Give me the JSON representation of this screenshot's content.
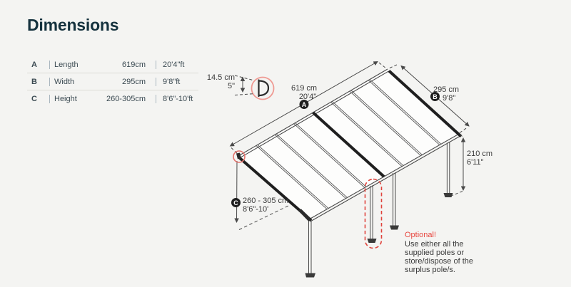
{
  "page": {
    "title": "Dimensions"
  },
  "table": {
    "rows": [
      {
        "letter": "A",
        "label": "Length",
        "metric": "619cm",
        "imperial": "20'4\"ft"
      },
      {
        "letter": "B",
        "label": "Width",
        "metric": "295cm",
        "imperial": "9'8\"ft"
      },
      {
        "letter": "C",
        "label": "Height",
        "metric": "260-305cm",
        "imperial": "8'6\"-10'ft"
      }
    ]
  },
  "diagram": {
    "profile": {
      "metric": "14.5 cm",
      "imperial": "5\""
    },
    "length": {
      "badge": "A",
      "metric": "619 cm",
      "imperial": "20'4\""
    },
    "width": {
      "badge": "B",
      "metric": "295 cm",
      "imperial": "9'8\""
    },
    "front_height": {
      "metric": "210 cm",
      "imperial": "6'11\""
    },
    "wall_height": {
      "badge": "C",
      "metric": "260 - 305 cm",
      "imperial": "8'6\"-10'"
    },
    "note": {
      "title": "Optional!",
      "line1": "Use either all the",
      "line2": "supplied poles or",
      "line3": "store/dispose of the",
      "line4": "surplus pole/s."
    },
    "colors": {
      "accent_red": "#e8463f",
      "detail_circle_red": "#ef9a93",
      "line_gray": "#4a4a4a",
      "bar_black": "#1f1f1f"
    }
  }
}
